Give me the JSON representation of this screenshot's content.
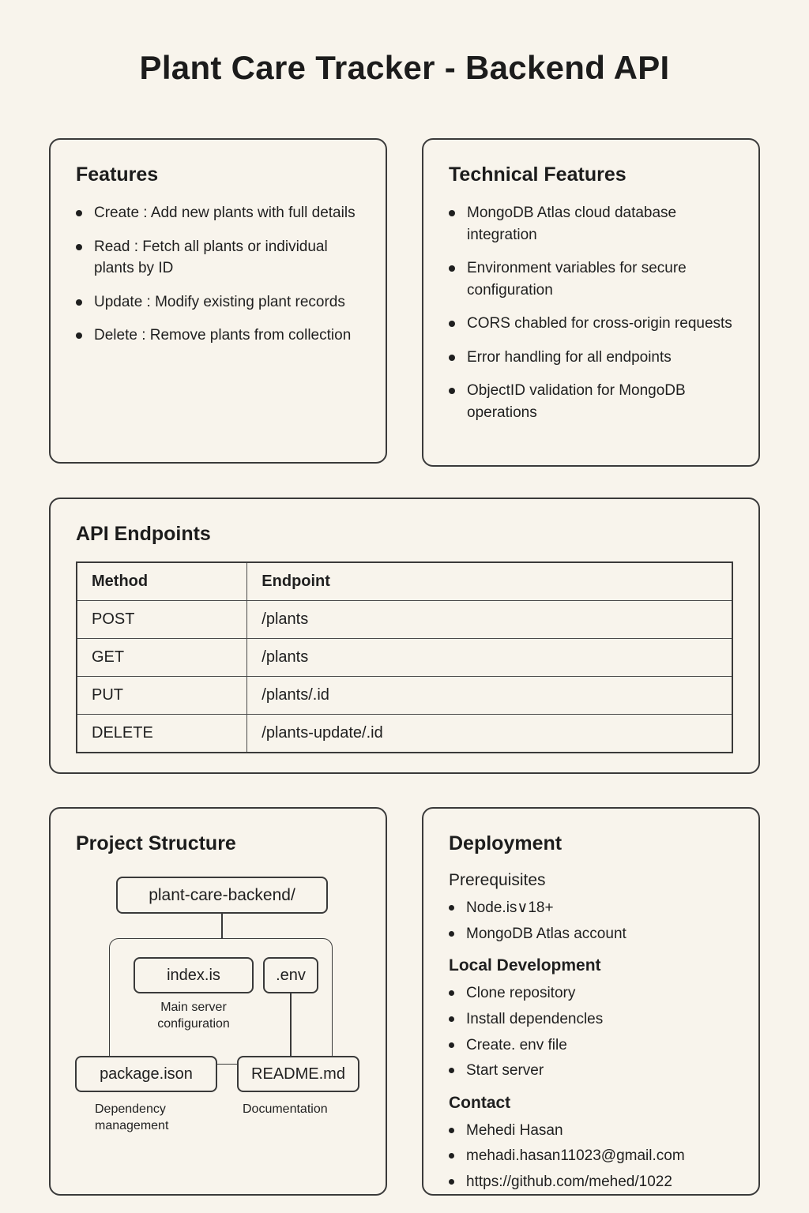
{
  "page": {
    "title": "Plant Care Tracker - Backend API",
    "background_color": "#F8F4EC",
    "border_color": "#3A3A3A",
    "text_color": "#1F1F1F"
  },
  "features": {
    "title": "Features",
    "items": [
      "Create : Add new plants with full details",
      "Read : Fetch all plants or individual plants by ID",
      "Update : Modify existing plant records",
      "Delete : Remove plants from collection"
    ]
  },
  "technical_features": {
    "title": "Technical Features",
    "items": [
      "MongoDB Atlas cloud database integration",
      "Environment variables for secure configuration",
      "CORS chabled for cross-origin requests",
      "Error handling for all endpoints",
      "ObjectID validation for MongoDB operations"
    ]
  },
  "api_endpoints": {
    "title": "API Endpoints",
    "table": {
      "headers": [
        "Method",
        "Endpoint"
      ],
      "rows": [
        [
          "POST",
          "/plants"
        ],
        [
          "GET",
          "/plants"
        ],
        [
          "PUT",
          "/plants/.id"
        ],
        [
          "DELETE",
          "/plants-update/.id"
        ]
      ]
    }
  },
  "project_structure": {
    "title": "Project Structure",
    "root": "plant-care-backend/",
    "index_file": "index.is",
    "env_file": ".env",
    "index_caption": "Main server configuration",
    "package_file": "package.ison",
    "package_caption": "Dependency management",
    "readme_file": "README.md",
    "readme_caption": "Documentation"
  },
  "deployment": {
    "title": "Deployment",
    "sections": [
      {
        "heading": "Prerequisites",
        "items": [
          "Node.is∨18+",
          "MongoDB Atlas account"
        ]
      },
      {
        "heading": "Local Development",
        "items": [
          "Clone repository",
          "Install dependencles",
          "Create. env file",
          "Start server"
        ]
      },
      {
        "heading": "Contact",
        "items": [
          "Mehedi Hasan",
          "mehadi.hasan11023@gmail.com",
          "https://github.com/mehed/1022"
        ]
      }
    ]
  }
}
